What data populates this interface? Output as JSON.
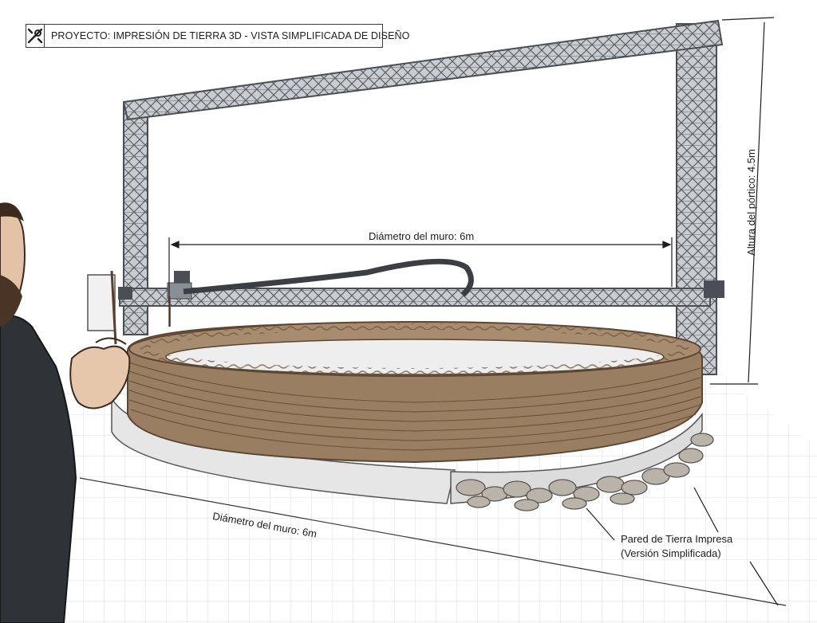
{
  "header": {
    "title": "PROYECTO: IMPRESIÓN DE TIERRA 3D - VISTA SIMPLIFICADA DE DISEÑO",
    "icon": "tools-icon"
  },
  "dimensions": {
    "top_diameter_label": "Diámetro del muro: 6m",
    "bottom_diameter_label": "Diámetro del muro: 6m",
    "gantry_height_label": "Altura del pórtico: 4.5m"
  },
  "callout": {
    "line1": "Pared de Tierra Impresa",
    "line2": "(Versión Simplificada)"
  },
  "colors": {
    "earth": "#9a7e62",
    "earth_dark": "#6e563f",
    "truss": "#b8bcc0",
    "base": "#e8e8e8",
    "stone": "#b7b2aa",
    "jacket": "#2f3338"
  }
}
